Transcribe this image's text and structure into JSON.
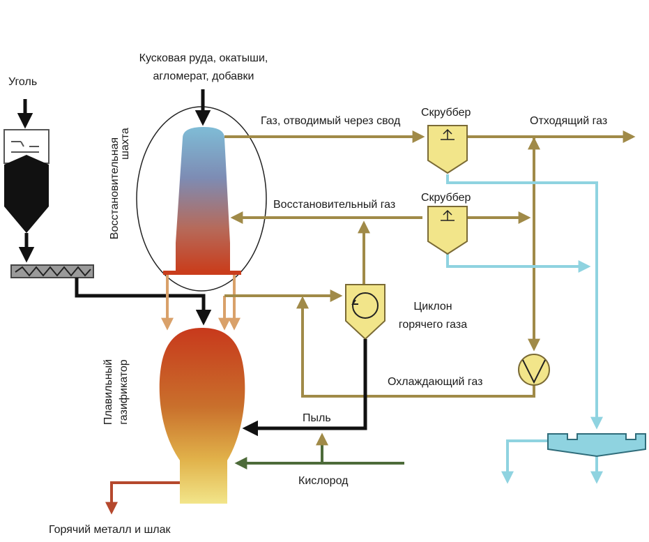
{
  "labels": {
    "coal": "Уголь",
    "ore_line1": "Кусковая руда, окатыши,",
    "ore_line2": "агломерат, добавки",
    "top_gas": "Газ, отводимый через свод",
    "scrubber_top": "Скруббер",
    "exhaust_gas": "Отходящий газ",
    "reducing_shaft_line1": "Восстановительная",
    "reducing_shaft_line2": "шахта",
    "reducing_gas": "Восстановительный газ",
    "scrubber_mid": "Скруббер",
    "cyclone_line1": "Циклон",
    "cyclone_line2": "горячего газа",
    "melter_line1": "Плавильный",
    "melter_line2": "газификатор",
    "cooling_gas": "Охлаждающий газ",
    "dust": "Пыль",
    "oxygen": "Кислород",
    "hot_metal": "Горячий металл и шлак"
  },
  "colors": {
    "gas_line": "#a08a48",
    "water_line": "#8fd3e0",
    "black_line": "#111111",
    "slag_line": "#b5482d",
    "oxygen_line": "#4d6b3a",
    "equipment_fill": "#f2e58a",
    "equipment_stroke": "#7a6a35",
    "downcomer_line": "#d9a16a"
  }
}
